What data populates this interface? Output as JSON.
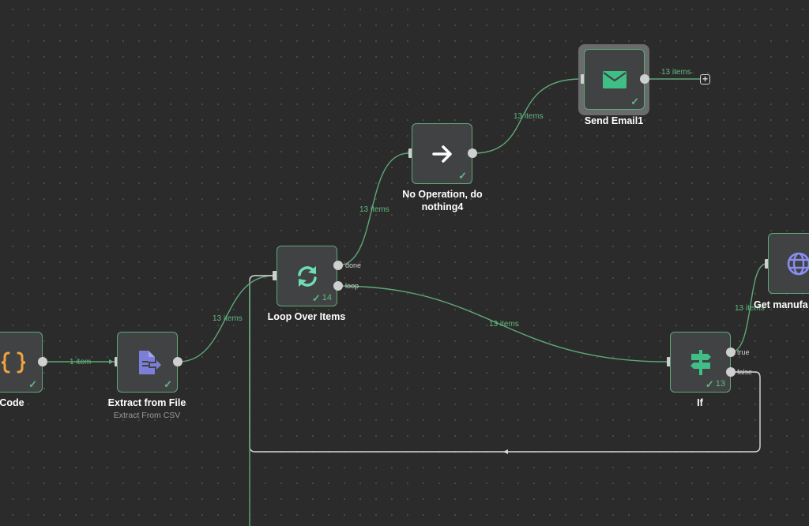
{
  "nodes": {
    "code": {
      "title": "Code",
      "status": "✓"
    },
    "extract": {
      "title": "Extract from File",
      "subtitle": "Extract From CSV",
      "status": "✓"
    },
    "loop": {
      "title": "Loop Over Items",
      "run_count": "14",
      "outputs": {
        "done": "done",
        "loop": "loop"
      }
    },
    "noop": {
      "title_line1": "No Operation, do",
      "title_line2": "nothing4",
      "status": "✓"
    },
    "email": {
      "title": "Send Email1",
      "status": "✓"
    },
    "if": {
      "title": "If",
      "run_count": "13",
      "outputs": {
        "true": "true",
        "false": "false"
      }
    },
    "http": {
      "title": "Get manufa",
      "status": "✓"
    }
  },
  "edges": {
    "code_extract": "1 item",
    "extract_loop": "13 items",
    "loop_noop": "13 items",
    "noop_email": "13 items",
    "email_out": "13 items",
    "loop_if": "13 items",
    "if_http": "13 items"
  },
  "icons": {
    "code": "code-braces-icon",
    "extract": "file-export-icon",
    "loop": "refresh-loop-icon",
    "noop": "arrow-right-icon",
    "email": "envelope-icon",
    "if": "signpost-icon",
    "http": "globe-icon",
    "add": "plus-icon"
  },
  "colors": {
    "canvas": "#2b2b2b",
    "node_fill": "#414244",
    "success_green": "#5fb97e",
    "edge_green": "#5fa877",
    "code_orange": "#f0a33a",
    "extract_purple": "#7c7fd8",
    "loop_mint": "#6fdcb3",
    "email_green": "#3fbf86",
    "if_green": "#3fbf86",
    "globe_purple": "#8a8cf0"
  }
}
